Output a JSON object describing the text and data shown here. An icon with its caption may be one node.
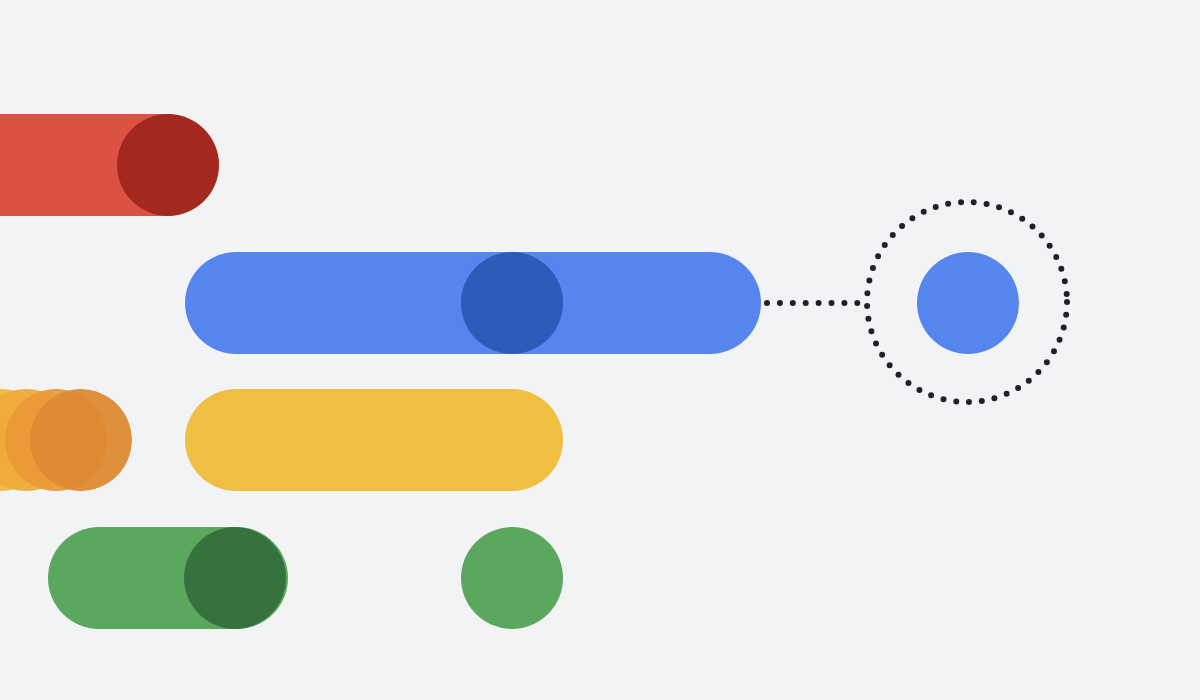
{
  "diagram": {
    "nodes": [
      {
        "text": [],
        "shape": "bar"
      },
      {
        "text": [],
        "shape": "bar"
      },
      {
        "text": [],
        "shape": "circle"
      },
      {
        "text": [],
        "shape": "circle",
        "in": 2
      },
      {
        "text": [],
        "shape": "circle"
      },
      {
        "text": [],
        "shape": "bar"
      },
      {
        "text": [],
        "shape": "bar"
      },
      {
        "text": [],
        "shape": "circle"
      }
    ],
    "edges": [
      {
        "from": 1,
        "to": 2,
        "arrow": "none",
        "style": "dashed"
      }
    ]
  }
}
